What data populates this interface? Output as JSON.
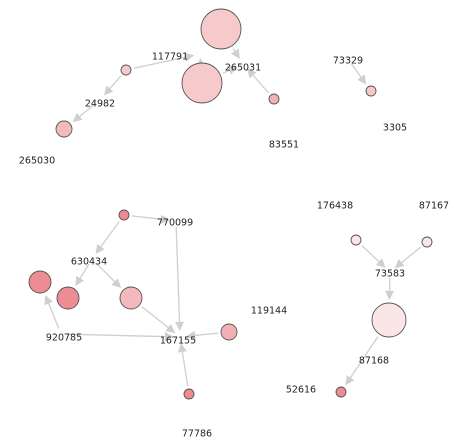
{
  "graph": {
    "nodes": [
      {
        "id": "n117791a",
        "label": "",
        "fill": "#f6c9cb"
      },
      {
        "id": "n117791b",
        "label": "",
        "fill": "#f6c9cb"
      },
      {
        "id": "n117791",
        "label": "117791",
        "fill": "#f6c9cb"
      },
      {
        "id": "n265031",
        "label": "265031",
        "fill": "#f6c9cb"
      },
      {
        "id": "n24982a",
        "label": "",
        "fill": "#f6c9cb"
      },
      {
        "id": "n24982",
        "label": "24982",
        "fill": "#f6c9cb"
      },
      {
        "id": "n265030",
        "label": "265030",
        "fill": "#f4b9bd"
      },
      {
        "id": "n83551",
        "label": "83551",
        "fill": "#f3b0b5"
      },
      {
        "id": "n73329",
        "label": "73329",
        "fill": "#f6c9cb"
      },
      {
        "id": "n3305",
        "label": "3305",
        "fill": "#f6c9cb"
      },
      {
        "id": "n770099a",
        "label": "",
        "fill": "#ee8c94"
      },
      {
        "id": "n770099",
        "label": "770099",
        "fill": "#f4b9bd"
      },
      {
        "id": "n630434",
        "label": "630434",
        "fill": "#f6c9cb"
      },
      {
        "id": "nL1",
        "label": "",
        "fill": "#ee8c94"
      },
      {
        "id": "nL2",
        "label": "",
        "fill": "#ee8c94"
      },
      {
        "id": "nM",
        "label": "",
        "fill": "#f4b9bd"
      },
      {
        "id": "n920785",
        "label": "920785",
        "fill": "#f6c9cb"
      },
      {
        "id": "n167155",
        "label": "167155",
        "fill": "#f6c9cb"
      },
      {
        "id": "n119144",
        "label": "119144",
        "fill": "#f3b0b5"
      },
      {
        "id": "n77786",
        "label": "77786",
        "fill": "#ee8c94"
      },
      {
        "id": "n176438",
        "label": "176438",
        "fill": "#fbe6e6"
      },
      {
        "id": "n87167",
        "label": "87167",
        "fill": "#fbe6e6"
      },
      {
        "id": "n73583",
        "label": "73583",
        "fill": "#fbe6e6"
      },
      {
        "id": "n87168",
        "label": "87168",
        "fill": "#fbe6e6"
      },
      {
        "id": "n52616",
        "label": "52616",
        "fill": "#ee8c94"
      }
    ],
    "edges": [
      [
        "n24982a",
        "n117791"
      ],
      [
        "n117791",
        "n117791b"
      ],
      [
        "n117791a",
        "n265031"
      ],
      [
        "n117791b",
        "n265031"
      ],
      [
        "n24982a",
        "n24982"
      ],
      [
        "n24982",
        "n265030"
      ],
      [
        "n83551",
        "n265031"
      ],
      [
        "n73329",
        "n3305"
      ],
      [
        "n770099a",
        "n770099"
      ],
      [
        "n770099a",
        "n630434"
      ],
      [
        "n770099",
        "n167155"
      ],
      [
        "n630434",
        "nL2"
      ],
      [
        "n630434",
        "nM"
      ],
      [
        "nM",
        "n167155"
      ],
      [
        "n920785",
        "nL1"
      ],
      [
        "n920785",
        "n167155"
      ],
      [
        "n119144",
        "n167155"
      ],
      [
        "n77786",
        "n167155"
      ],
      [
        "n176438",
        "n73583"
      ],
      [
        "n87167",
        "n73583"
      ],
      [
        "n73583",
        "n87168"
      ],
      [
        "n87168",
        "n52616"
      ]
    ]
  }
}
